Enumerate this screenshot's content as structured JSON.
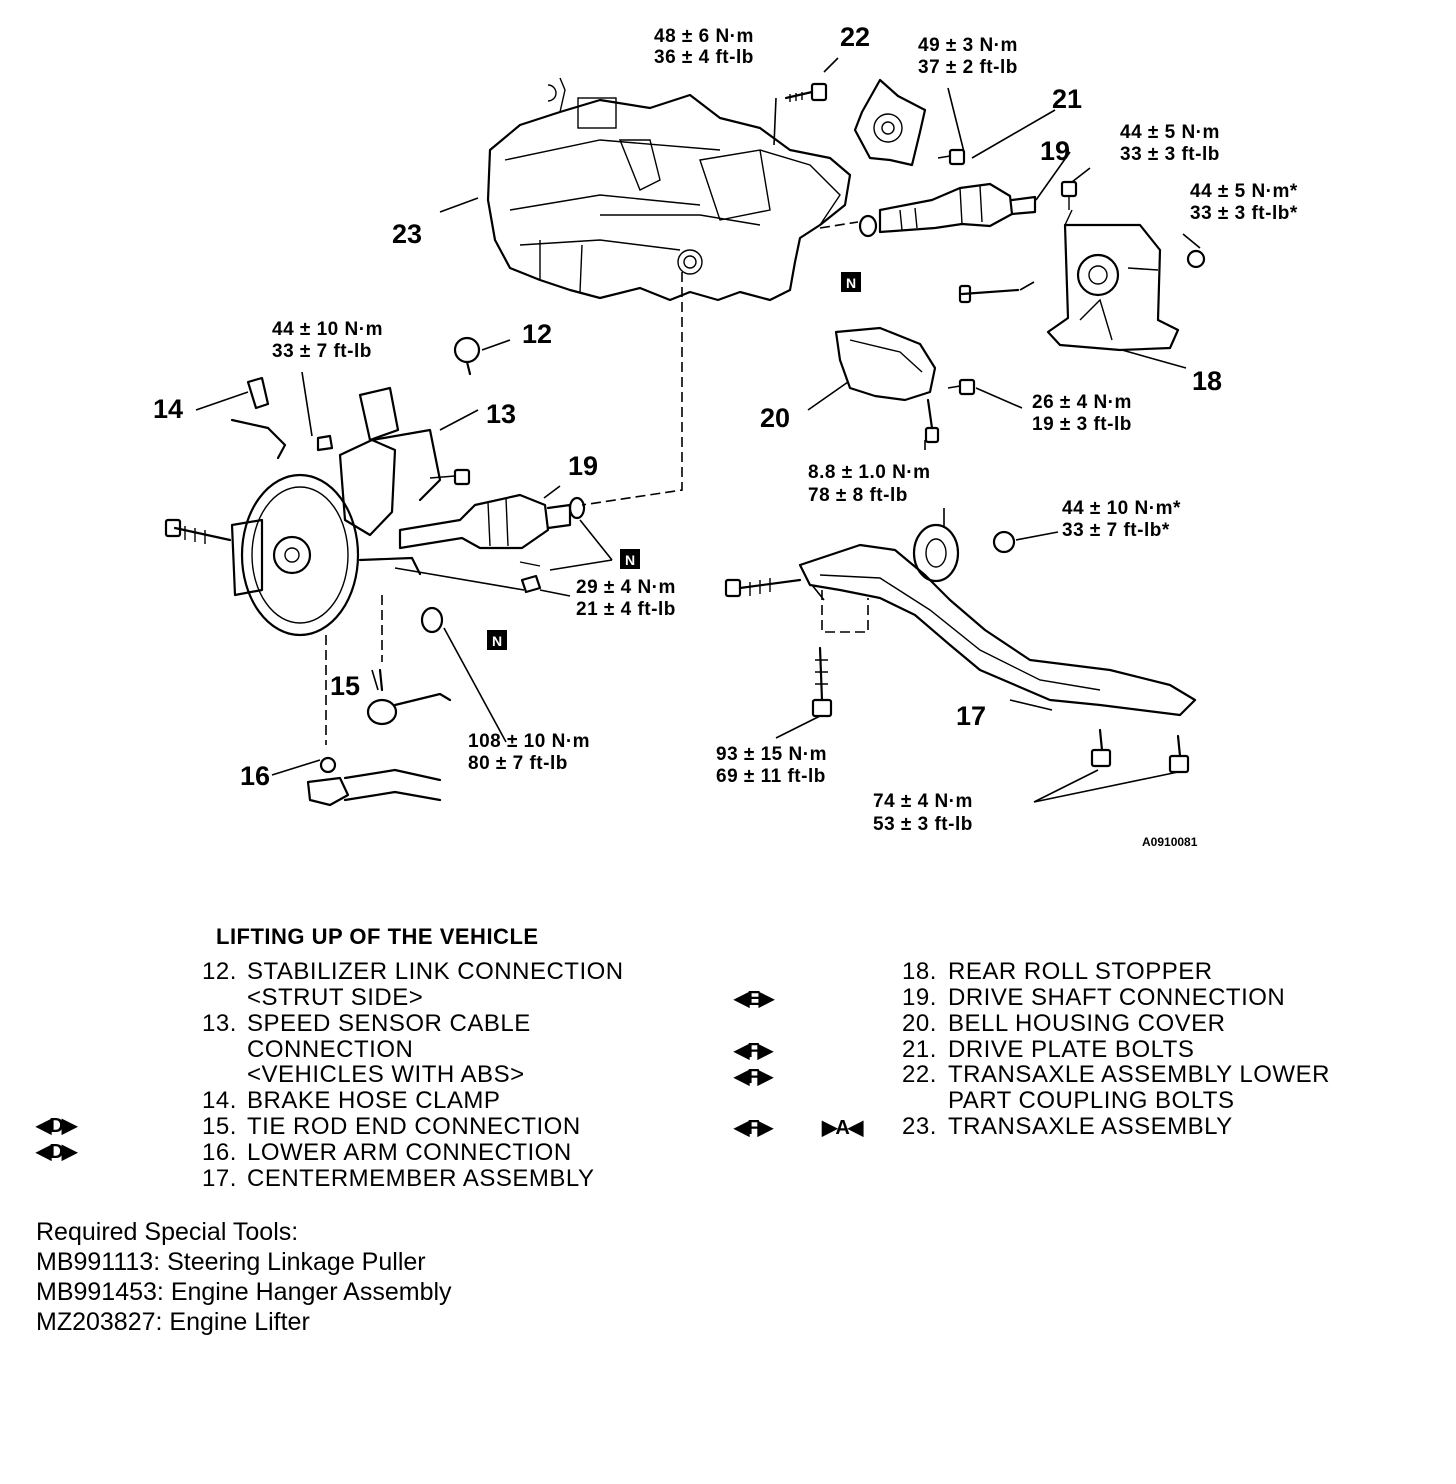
{
  "callouts": {
    "c22": "22",
    "c21": "21",
    "c19a": "19",
    "c23": "23",
    "c18": "18",
    "c12": "12",
    "c13": "13",
    "c14": "14",
    "c19b": "19",
    "c20": "20",
    "c15": "15",
    "c16": "16",
    "c17": "17"
  },
  "torques": {
    "t22": [
      "48 ± 6 N·m",
      "36 ± 4 ft-lb"
    ],
    "t21": [
      "49 ± 3 N·m",
      "37 ± 2 ft-lb"
    ],
    "t19": [
      "44 ± 5 N·m",
      "33 ± 3 ft-lb"
    ],
    "t18": [
      "44 ± 5 N·m*",
      "33 ± 3 ft-lb*"
    ],
    "t12": [
      "44 ± 10 N·m",
      "33 ± 7 ft-lb"
    ],
    "t20a": [
      "26 ± 4 N·m",
      "19 ± 3 ft-lb"
    ],
    "t20b": [
      "8.8 ± 1.0 N·m",
      "78 ± 8 ft-lb"
    ],
    "t17a": [
      "44 ± 10 N·m*",
      "33 ± 7 ft-lb*"
    ],
    "t13": [
      "29 ± 4 N·m",
      "21 ± 4 ft-lb"
    ],
    "t15": [
      "108 ± 10 N·m",
      "80 ± 7 ft-lb"
    ],
    "t17b": [
      "93 ± 15 N·m",
      "69 ± 11 ft-lb"
    ],
    "t17c": [
      "74 ± 4 N·m",
      "53 ± 3 ft-lb"
    ]
  },
  "n_marker": "N",
  "figure_id": "A0910081",
  "legend": {
    "title": "LIFTING UP OF THE VEHICLE",
    "left": [
      {
        "num": "12.",
        "text": "STABILIZER LINK CONNECTION",
        "mark": ""
      },
      {
        "num": "",
        "text": "<STRUT SIDE>",
        "mark": ""
      },
      {
        "num": "13.",
        "text": "SPEED SENSOR CABLE",
        "mark": ""
      },
      {
        "num": "",
        "text": "CONNECTION",
        "mark": ""
      },
      {
        "num": "",
        "text": "<VEHICLES WITH ABS>",
        "mark": ""
      },
      {
        "num": "14.",
        "text": "BRAKE HOSE CLAMP",
        "mark": ""
      },
      {
        "num": "15.",
        "text": "TIE ROD END CONNECTION",
        "mark": "◀D▶"
      },
      {
        "num": "16.",
        "text": "LOWER ARM CONNECTION",
        "mark": "◀D▶"
      },
      {
        "num": "17.",
        "text": "CENTERMEMBER ASSEMBLY",
        "mark": ""
      }
    ],
    "right": [
      {
        "num": "18.",
        "text": "REAR ROLL STOPPER",
        "mark": "",
        "mark2": ""
      },
      {
        "num": "19.",
        "text": "DRIVE SHAFT CONNECTION",
        "mark": "◀E▶",
        "mark2": ""
      },
      {
        "num": "20.",
        "text": "BELL HOUSING COVER",
        "mark": "",
        "mark2": ""
      },
      {
        "num": "21.",
        "text": "DRIVE PLATE BOLTS",
        "mark": "◀F▶",
        "mark2": ""
      },
      {
        "num": "22.",
        "text": "TRANSAXLE ASSEMBLY LOWER",
        "mark": "◀F▶",
        "mark2": ""
      },
      {
        "num": "",
        "text": "PART COUPLING BOLTS",
        "mark": "",
        "mark2": ""
      },
      {
        "num": "23.",
        "text": "TRANSAXLE ASSEMBLY",
        "mark": "◀F▶",
        "mark2": "▶A◀"
      }
    ]
  },
  "tools": {
    "heading": "Required Special Tools:",
    "items": [
      "MB991113: Steering Linkage Puller",
      "MB991453: Engine Hanger Assembly",
      "MZ203827: Engine Lifter"
    ]
  }
}
